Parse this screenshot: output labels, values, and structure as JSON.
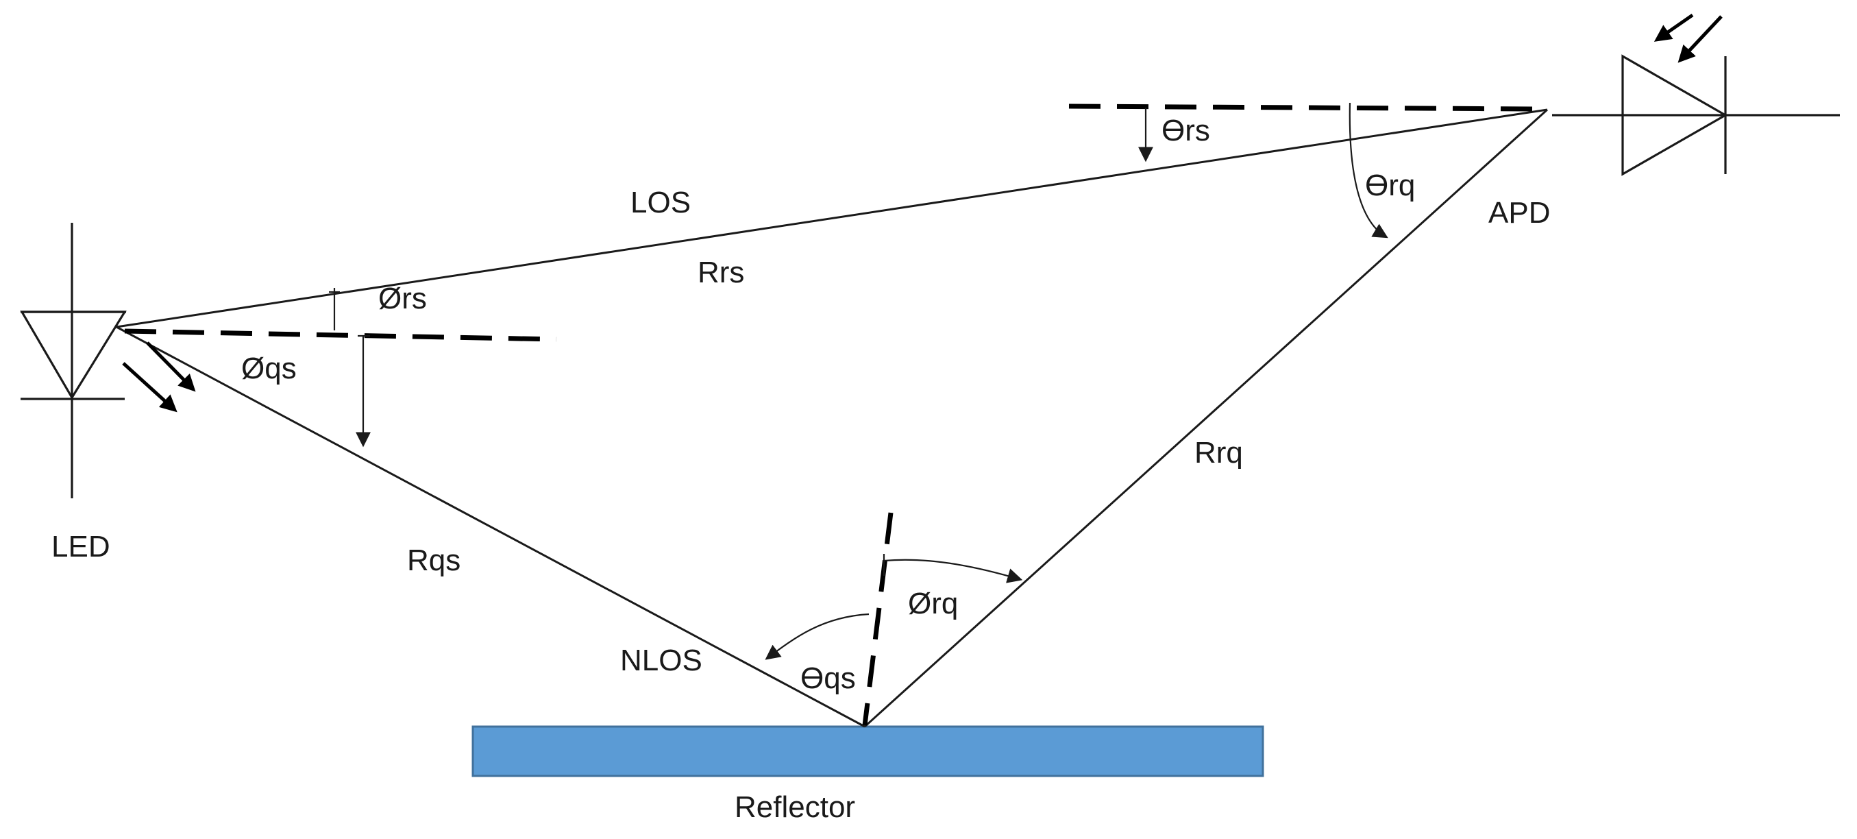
{
  "colors": {
    "line": "#1a1a1a",
    "reflector_fill": "#5b9bd5",
    "reflector_stroke": "#41719c",
    "background": "#ffffff"
  },
  "labels": {
    "los": "LOS",
    "rrs": "Rrs",
    "theta_rs": "ϴrs",
    "theta_rq": "ϴrq",
    "apd": "APD",
    "phi_rs": "Ørs",
    "phi_qs": "Øqs",
    "led": "LED",
    "rqs": "Rqs",
    "rrq": "Rrq",
    "phi_rq": "Ørq",
    "nlos": "NLOS",
    "theta_qs": "ϴqs",
    "reflector": "Reflector"
  },
  "icons": {
    "led": "led-diode-symbol-icon",
    "apd": "photodiode-symbol-icon",
    "emission": "emission-arrows-icon",
    "reception": "incident-light-arrows-icon"
  }
}
